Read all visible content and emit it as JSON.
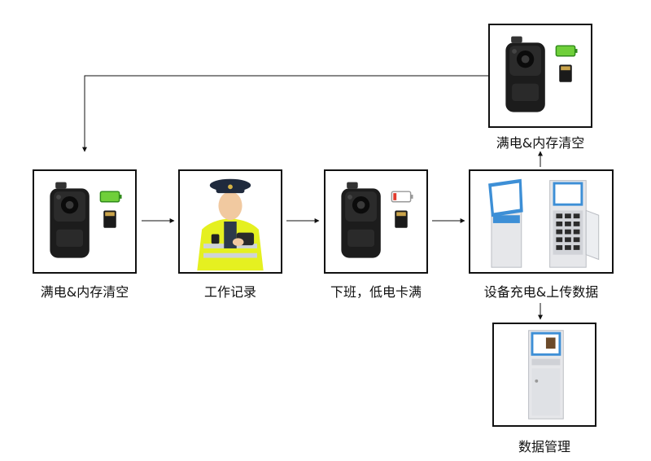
{
  "steps": {
    "start": "满电&内存清空",
    "work": "工作记录",
    "offduty": "下班，低电卡满",
    "charge_upload": "设备充电&上传数据",
    "reset": "满电&内存清空",
    "manage": "数据管理"
  }
}
